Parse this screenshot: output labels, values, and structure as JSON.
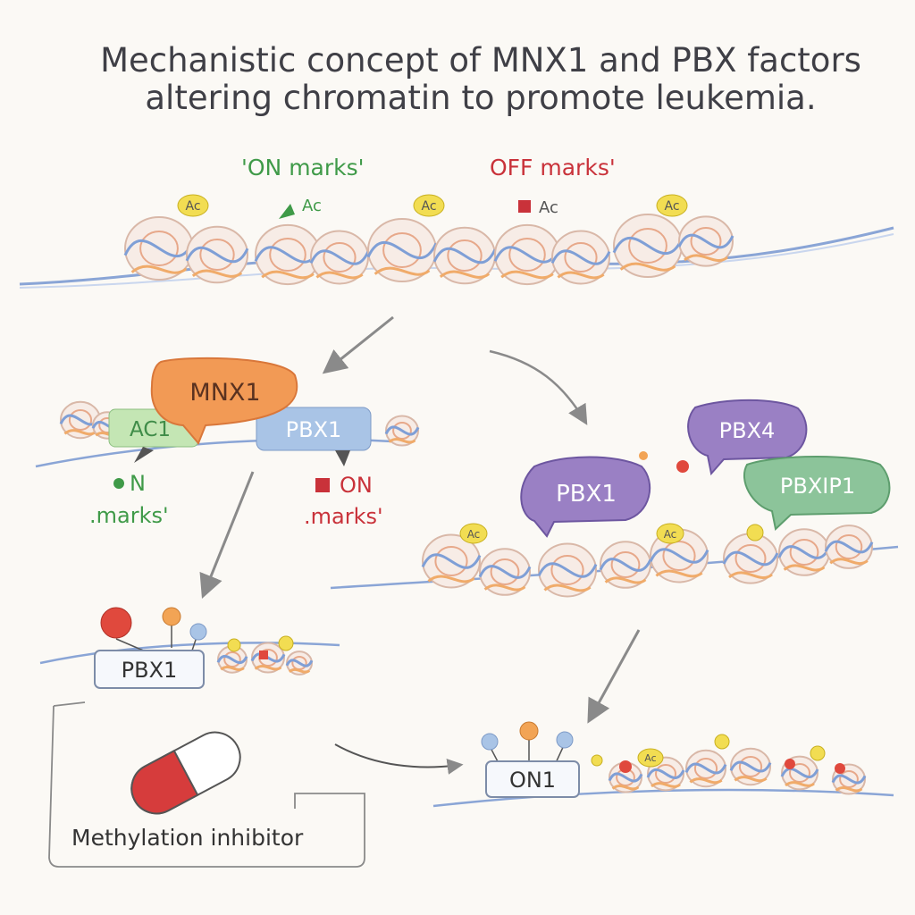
{
  "title": {
    "line1": "Mechanistic concept of MNX1 and PBX factors",
    "line2": "altering chromatin to promote leukemia."
  },
  "top": {
    "on_marks": "'ON marks'",
    "off_marks": "OFF marks'",
    "ac": "Ac"
  },
  "left_complex": {
    "mnx1": "MNX1",
    "pbx1": "PBX1",
    "green_box": "AC1",
    "on_line1": "N",
    "on_line2": ".marks'",
    "red_line1": "ON",
    "red_line2": ".marks'"
  },
  "right_complex": {
    "pbx1": "PBX1",
    "pbx4": "PBX4",
    "pbxip1": "PBXIP1"
  },
  "bottom_left": {
    "pbx1": "PBX1",
    "drug": "Methylation inhibitor"
  },
  "bottom_right": {
    "on1": "ON1"
  },
  "colors": {
    "on": "#3f9a48",
    "off": "#c9323a",
    "mnx1": "#f29a55",
    "pbx_blue": "#a9c4e6",
    "purple": "#9a80c4",
    "green": "#8cc49a",
    "ac_yellow": "#f2dd52"
  }
}
